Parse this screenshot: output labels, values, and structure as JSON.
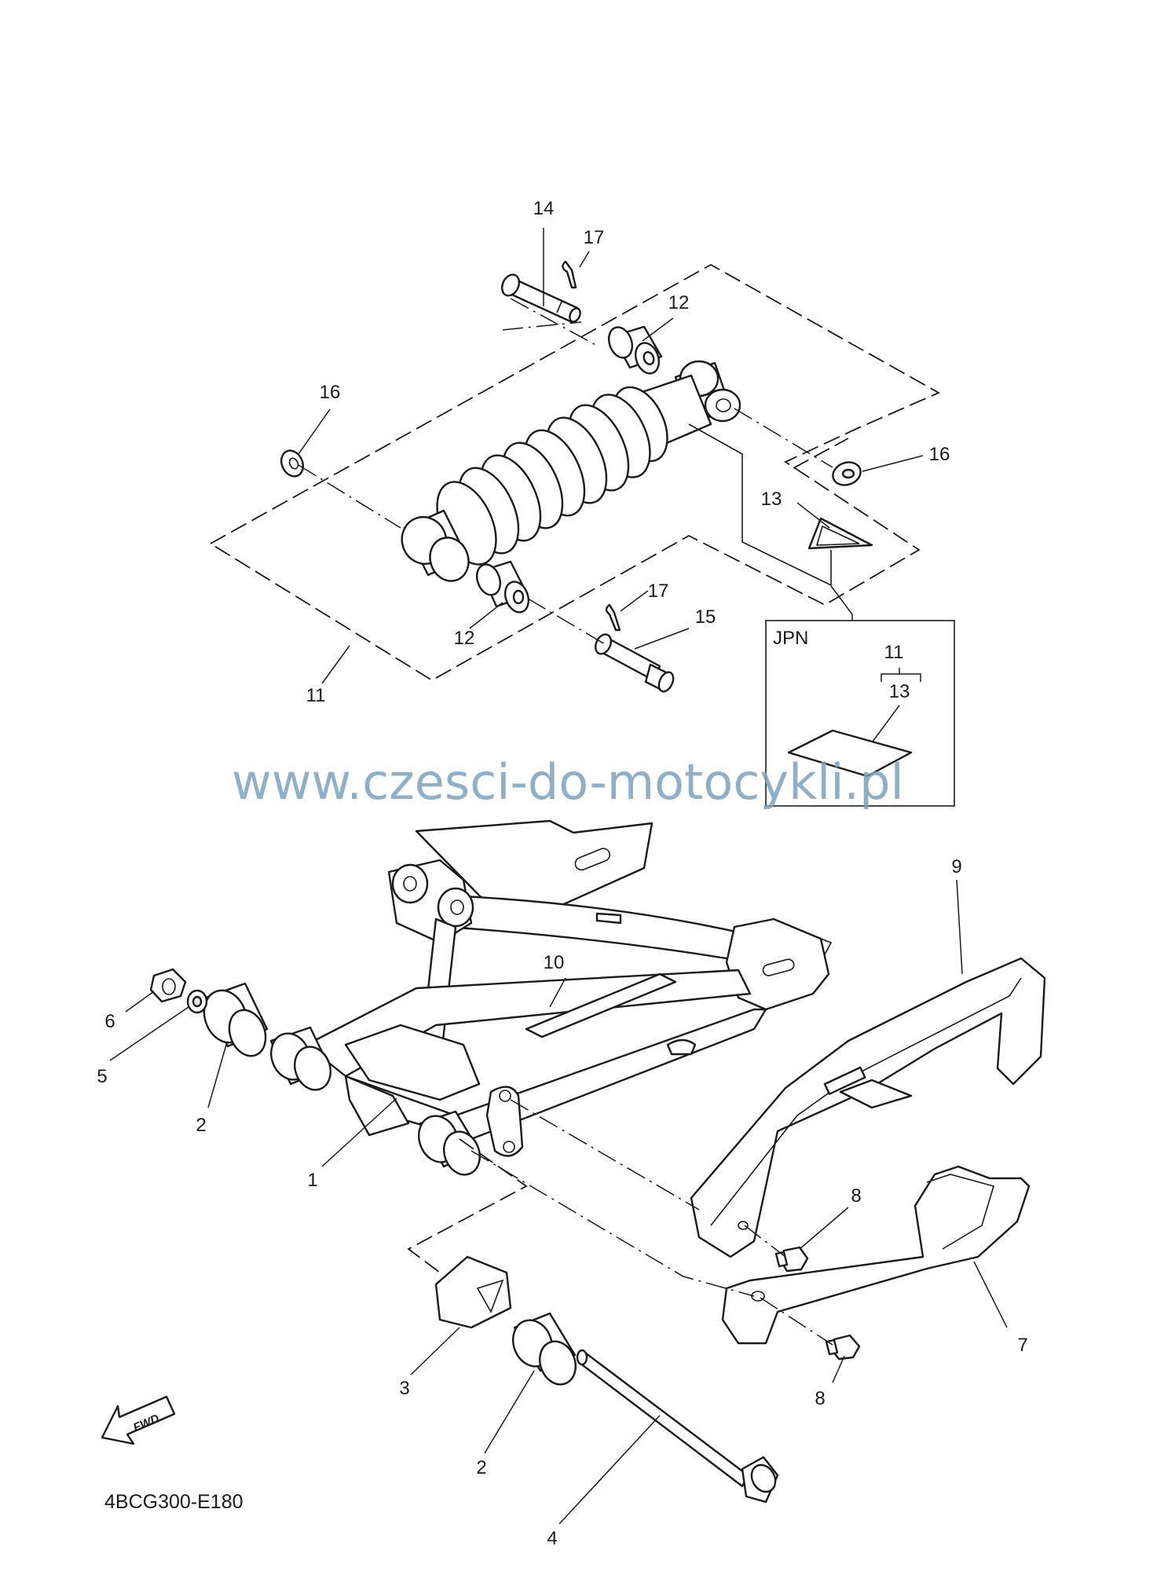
{
  "diagram_code": "4BCG300-E180",
  "watermark": "www.czesci-do-motocykli.pl",
  "fwd_label": "FWD",
  "jpn_box": {
    "title": "JPN",
    "ref_top": "11",
    "ref_bottom": "13"
  },
  "callouts": {
    "c1": "1",
    "c2a": "2",
    "c2b": "2",
    "c3": "3",
    "c4": "4",
    "c5": "5",
    "c6": "6",
    "c7": "7",
    "c8a": "8",
    "c8b": "8",
    "c9": "9",
    "c10": "10",
    "c11": "11",
    "c12a": "12",
    "c12b": "12",
    "c13": "13",
    "c14": "14",
    "c15": "15",
    "c16a": "16",
    "c16b": "16",
    "c17a": "17",
    "c17b": "17"
  },
  "colors": {
    "line": "#1a1a1a",
    "watermark": "#7aa2c0"
  }
}
